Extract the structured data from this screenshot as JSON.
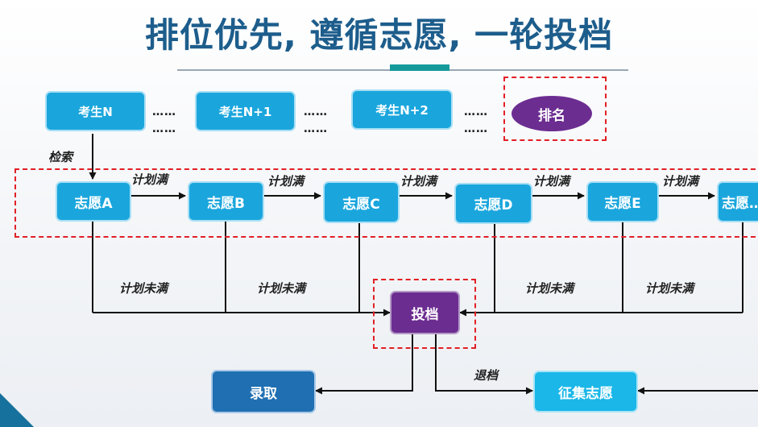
{
  "title": "排位优先, 遵循志愿, 一轮投档",
  "students": [
    "考生N",
    "考生N+1",
    "考生N+2"
  ],
  "dots": {
    "inline": "……",
    "below": "……"
  },
  "rank_label": "排名",
  "search_label": "检索",
  "wishes": [
    "志愿A",
    "志愿B",
    "志愿C",
    "志愿D",
    "志愿E",
    "志愿…"
  ],
  "plan_full": "计划满",
  "plan_not_full": "计划未满",
  "toudang": "投档",
  "luqu": "录取",
  "tuidang": "退档",
  "zhengji": "征集志愿",
  "colors": {
    "title": "#1d5d8c",
    "box_blue": "#1aa6dd",
    "purple": "#6c2d91",
    "dark_blue": "#1f6fb2",
    "dashed_red": "#e21f26"
  }
}
